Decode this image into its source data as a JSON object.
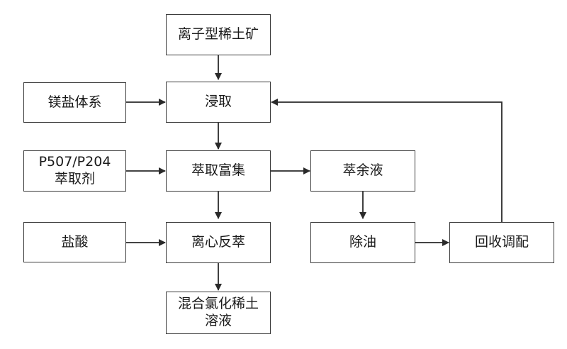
{
  "diagram": {
    "nodes": {
      "ore": "离子型稀土矿",
      "mg_salt": "镁盐体系",
      "leach": "浸取",
      "extractant": "P507/P204\n萃取剂",
      "enrich": "萃取富集",
      "raffinate": "萃余液",
      "hcl": "盐酸",
      "centrifuge": "离心反萃",
      "deoil": "除油",
      "recycle": "回收调配",
      "product": "混合氯化稀土\n溶液"
    },
    "edges": [
      {
        "from": "ore",
        "to": "leach"
      },
      {
        "from": "mg_salt",
        "to": "leach"
      },
      {
        "from": "leach",
        "to": "enrich"
      },
      {
        "from": "extractant",
        "to": "enrich"
      },
      {
        "from": "enrich",
        "to": "raffinate"
      },
      {
        "from": "raffinate",
        "to": "deoil"
      },
      {
        "from": "deoil",
        "to": "recycle"
      },
      {
        "from": "recycle",
        "to": "leach"
      },
      {
        "from": "enrich",
        "to": "centrifuge"
      },
      {
        "from": "hcl",
        "to": "centrifuge"
      },
      {
        "from": "centrifuge",
        "to": "product"
      }
    ]
  }
}
